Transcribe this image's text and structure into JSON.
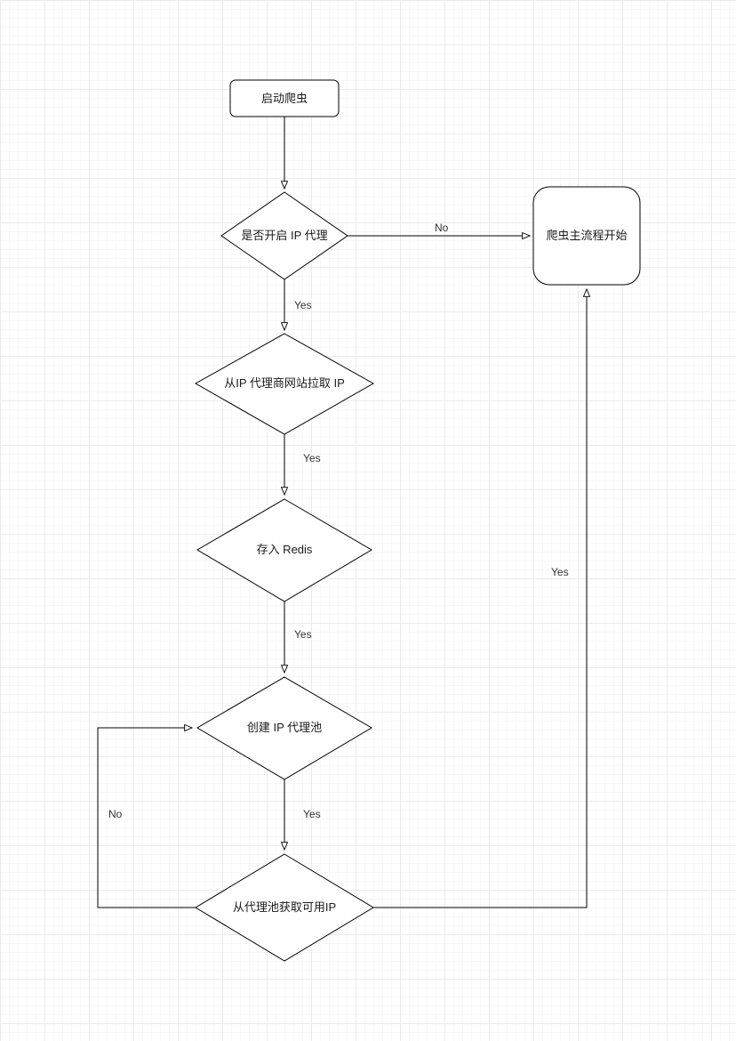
{
  "nodes": {
    "start": {
      "label": "启动爬虫",
      "shape": "rounded-rectangle"
    },
    "decision_enable_proxy": {
      "label": "是否开启 IP 代理",
      "shape": "diamond"
    },
    "main_process": {
      "label": "爬虫主流程开始",
      "shape": "rounded-rectangle"
    },
    "pull_ip": {
      "label": "从IP 代理商网站拉取 IP",
      "shape": "diamond"
    },
    "store_redis": {
      "label": "存入 Redis",
      "shape": "diamond"
    },
    "create_pool": {
      "label": "创建 IP 代理池",
      "shape": "diamond"
    },
    "get_available_ip": {
      "label": "从代理池获取可用IP",
      "shape": "diamond"
    }
  },
  "edges": {
    "start_to_decision": {
      "from": "start",
      "to": "decision_enable_proxy",
      "label": ""
    },
    "decision_to_main": {
      "from": "decision_enable_proxy",
      "to": "main_process",
      "label": "No"
    },
    "decision_to_pull": {
      "from": "decision_enable_proxy",
      "to": "pull_ip",
      "label": "Yes"
    },
    "pull_to_redis": {
      "from": "pull_ip",
      "to": "store_redis",
      "label": "Yes"
    },
    "redis_to_pool": {
      "from": "store_redis",
      "to": "create_pool",
      "label": "Yes"
    },
    "pool_to_get": {
      "from": "create_pool",
      "to": "get_available_ip",
      "label": "Yes"
    },
    "get_to_main": {
      "from": "get_available_ip",
      "to": "main_process",
      "label": "Yes"
    },
    "get_to_pool": {
      "from": "get_available_ip",
      "to": "create_pool",
      "label": "No"
    }
  },
  "colors": {
    "node_fill": "#ffffff",
    "node_stroke": "#000000",
    "edge_stroke": "#000000",
    "grid_minor": "#f7f7f7",
    "grid_major": "#ebebeb"
  }
}
